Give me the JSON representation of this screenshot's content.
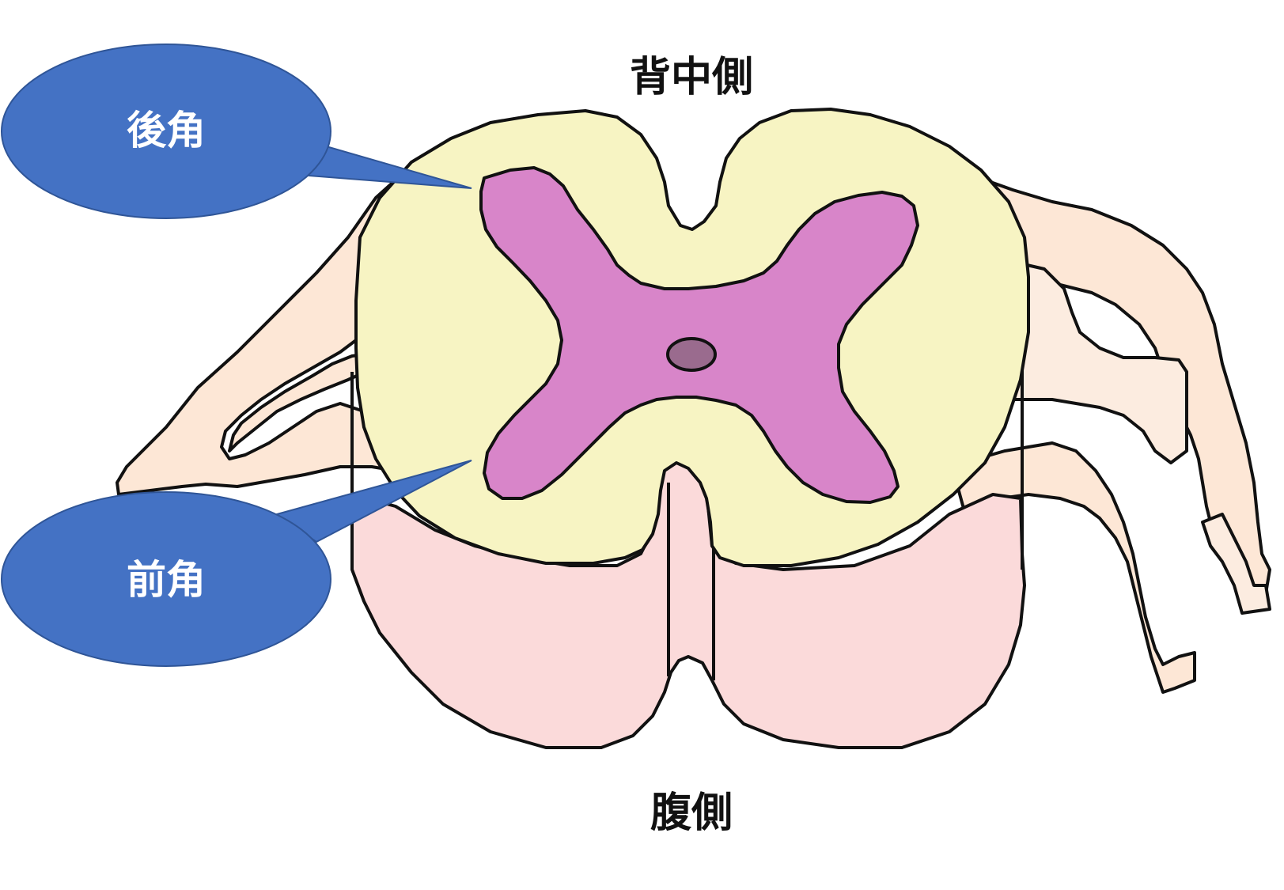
{
  "labels": {
    "dorsal": "背中側",
    "ventral": "腹側",
    "posterior_horn": "後角",
    "anterior_horn": "前角"
  },
  "colors": {
    "white_matter": "#f7f4c3",
    "gray_matter": "#d885c9",
    "central_canal": "#9a6b8e",
    "ventral_root_area": "#fbdada",
    "nerve_root": "#fde7d6",
    "callout": "#4472c4",
    "outline": "#111111"
  }
}
